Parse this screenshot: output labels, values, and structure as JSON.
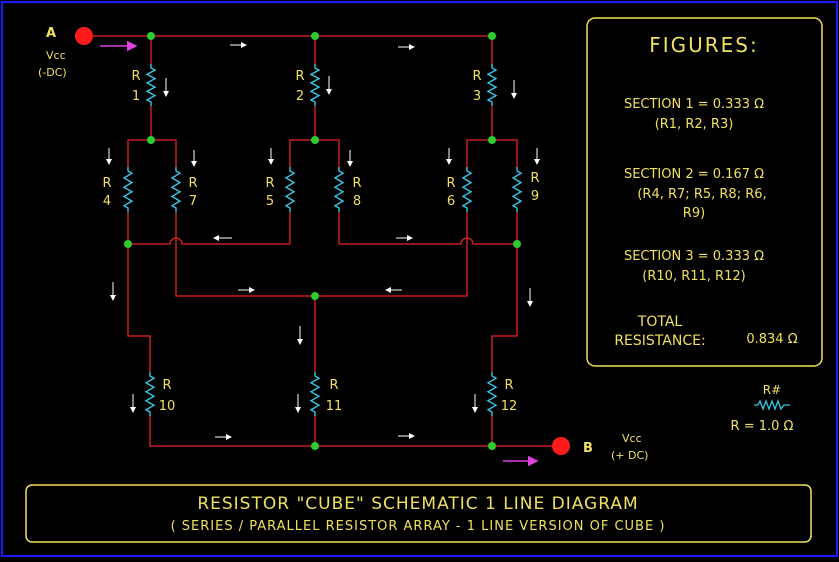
{
  "colors": {
    "background": "#000000",
    "frame": "#1a1aff",
    "panel_border": "#f0e060",
    "wire": "#c81e1e",
    "node": "#2ecc2e",
    "resistor": "#38c8e8",
    "label": "#f0e060",
    "text_white": "#ffffff",
    "terminal": "#ff1a1a",
    "pink_arrow": "#e040e0"
  },
  "terminals": {
    "a_label": "A",
    "a_supply": "Vcc",
    "a_polarity": "(-DC)",
    "b_label": "B",
    "b_supply": "Vcc",
    "b_polarity": "(+ DC)"
  },
  "resistors": [
    {
      "r": "R",
      "num": "1"
    },
    {
      "r": "R",
      "num": "2"
    },
    {
      "r": "R",
      "num": "3"
    },
    {
      "r": "R",
      "num": "4"
    },
    {
      "r": "R",
      "num": "7"
    },
    {
      "r": "R",
      "num": "5"
    },
    {
      "r": "R",
      "num": "8"
    },
    {
      "r": "R",
      "num": "6"
    },
    {
      "r": "R",
      "num": "9"
    },
    {
      "r": "R",
      "num": "10"
    },
    {
      "r": "R",
      "num": "11"
    },
    {
      "r": "R",
      "num": "12"
    }
  ],
  "figures": {
    "title": "FIGURES:",
    "s1_line1": "SECTION 1 = 0.333 Ω",
    "s1_line2": "(R1, R2, R3)",
    "s2_line1": "SECTION 2 = 0.167 Ω",
    "s2_line2": "(R4, R7; R5, R8; R6,",
    "s2_line3": "R9)",
    "s3_line1": "SECTION 3 = 0.333 Ω",
    "s3_line2": "(R10, R11, R12)",
    "total_line1": "TOTAL",
    "total_line2": "RESISTANCE:",
    "total_value": "0.834 Ω"
  },
  "legend": {
    "symbol_label": "R#",
    "value": "R = 1.0 Ω"
  },
  "title_block": {
    "title": "RESISTOR \"CUBE\" SCHEMATIC 1 LINE DIAGRAM",
    "subtitle": "( SERIES / PARALLEL RESISTOR ARRAY - 1 LINE VERSION OF CUBE )"
  }
}
